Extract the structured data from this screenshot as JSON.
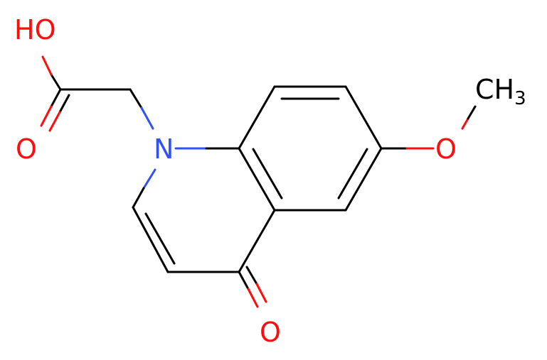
{
  "molecule": {
    "labels": {
      "hydroxyl": "HO",
      "carbonyl_acid": "O",
      "nitrogen": "N",
      "ketone_oxygen": "O",
      "methoxy_oxygen": "O",
      "methyl_main": "CH",
      "methyl_sub": "3"
    },
    "colors": {
      "oxygen": "#ff0d0d",
      "nitrogen": "#3050f8",
      "carbon_bond": "#000000",
      "background": "#ffffff"
    }
  }
}
